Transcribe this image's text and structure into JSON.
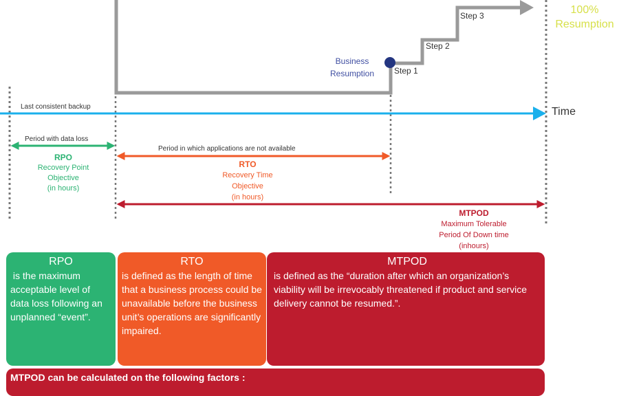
{
  "colors": {
    "green": "#2cb373",
    "orange": "#f05a28",
    "red": "#bd1c2e",
    "blue": "#1ab0ec",
    "gray": "#9a9a9a",
    "dot": "#233580",
    "yellow": "#d7e04a",
    "purple_text": "#3f4ea1"
  },
  "timeline": {
    "time_label": "Time",
    "last_backup_label": "Last consistent backup",
    "business_resumption": [
      "Business",
      "Resumption"
    ],
    "full_resumption": [
      "100%",
      "Resumption"
    ],
    "steps": [
      "Step 1",
      "Step 2",
      "Step 3"
    ]
  },
  "periods": {
    "rpo": {
      "caption": "Period with data loss",
      "abbr": "RPO",
      "lines": [
        "Recovery Point",
        "Objective",
        "(in hours)"
      ]
    },
    "rto": {
      "caption": "Period in which applications are not available",
      "abbr": "RTO",
      "lines": [
        "Recovery Time",
        "Objective",
        "(in hours)"
      ]
    },
    "mtpod": {
      "abbr": "MTPOD",
      "lines": [
        "Maximum Tolerable",
        "Period Of Down time",
        "(inhours)"
      ]
    }
  },
  "cards": {
    "rpo": {
      "title": "RPO",
      "body": " is the maximum acceptable level of data loss following an unplanned “event”."
    },
    "rto": {
      "title": "RTO",
      "body": "is defined as the length of time that a business process could be unavailable before the business unit’s operations are significantly impaired."
    },
    "mtpod": {
      "title": "MTPOD",
      "body": "is defined as the “duration after which an organization’s viability will be irrevocably threatened if product and service delivery cannot be resumed.”."
    },
    "footer": {
      "body": "MTPOD can be calculated on the following factors :"
    }
  }
}
